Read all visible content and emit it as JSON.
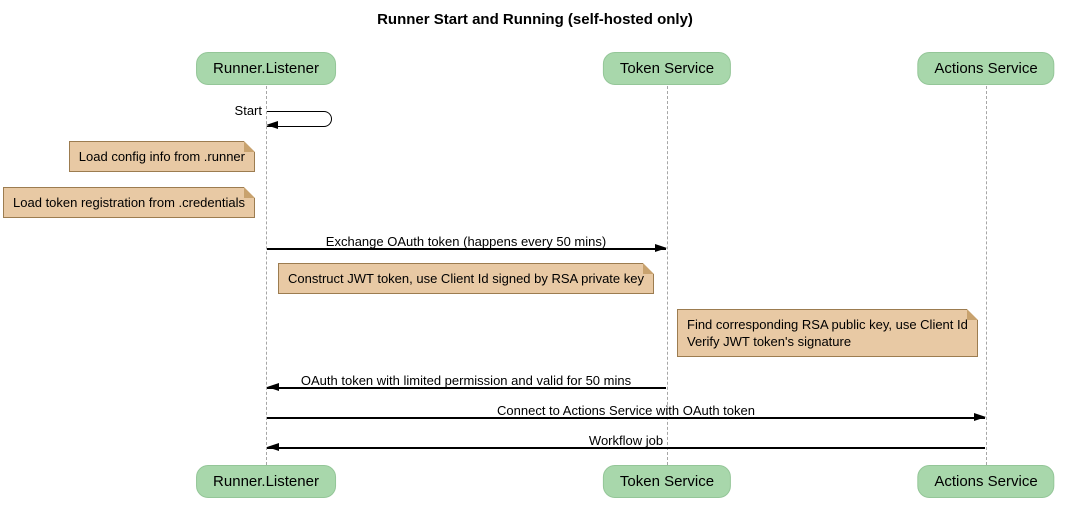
{
  "title": "Runner Start and Running (self-hosted only)",
  "actors": [
    {
      "name": "Runner.Listener"
    },
    {
      "name": "Token Service"
    },
    {
      "name": "Actions Service"
    }
  ],
  "messages": [
    {
      "label": "Start",
      "from": "Runner.Listener",
      "to": "Runner.Listener",
      "kind": "self"
    },
    {
      "label": "Exchange OAuth token (happens every 50 mins)",
      "from": "Runner.Listener",
      "to": "Token Service",
      "kind": "solid-arrow"
    },
    {
      "label": "OAuth token with limited permission and valid for 50 mins",
      "from": "Token Service",
      "to": "Runner.Listener",
      "kind": "solid-arrow"
    },
    {
      "label": "Connect to Actions Service with OAuth token",
      "from": "Runner.Listener",
      "to": "Actions Service",
      "kind": "solid-arrow"
    },
    {
      "label": "Workflow job",
      "from": "Actions Service",
      "to": "Runner.Listener",
      "kind": "solid-arrow"
    }
  ],
  "notes": [
    {
      "text": "Load config info from .runner",
      "position": "left of Runner.Listener"
    },
    {
      "text": "Load token registration from .credentials",
      "position": "left of Runner.Listener"
    },
    {
      "text": "Construct JWT token, use Client Id signed by RSA private key",
      "position": "between Runner.Listener and Token Service"
    },
    {
      "text": "Find corresponding RSA public key, use Client Id\nVerify JWT token's signature",
      "position": "between Token Service and Actions Service"
    }
  ],
  "colors": {
    "actor_fill": "#a8d7ab",
    "actor_border": "#94c698",
    "note_fill": "#e8c9a4",
    "note_border": "#9c7c50",
    "lifeline": "#a6a6a6",
    "arrow": "#000000",
    "background": "#ffffff"
  }
}
